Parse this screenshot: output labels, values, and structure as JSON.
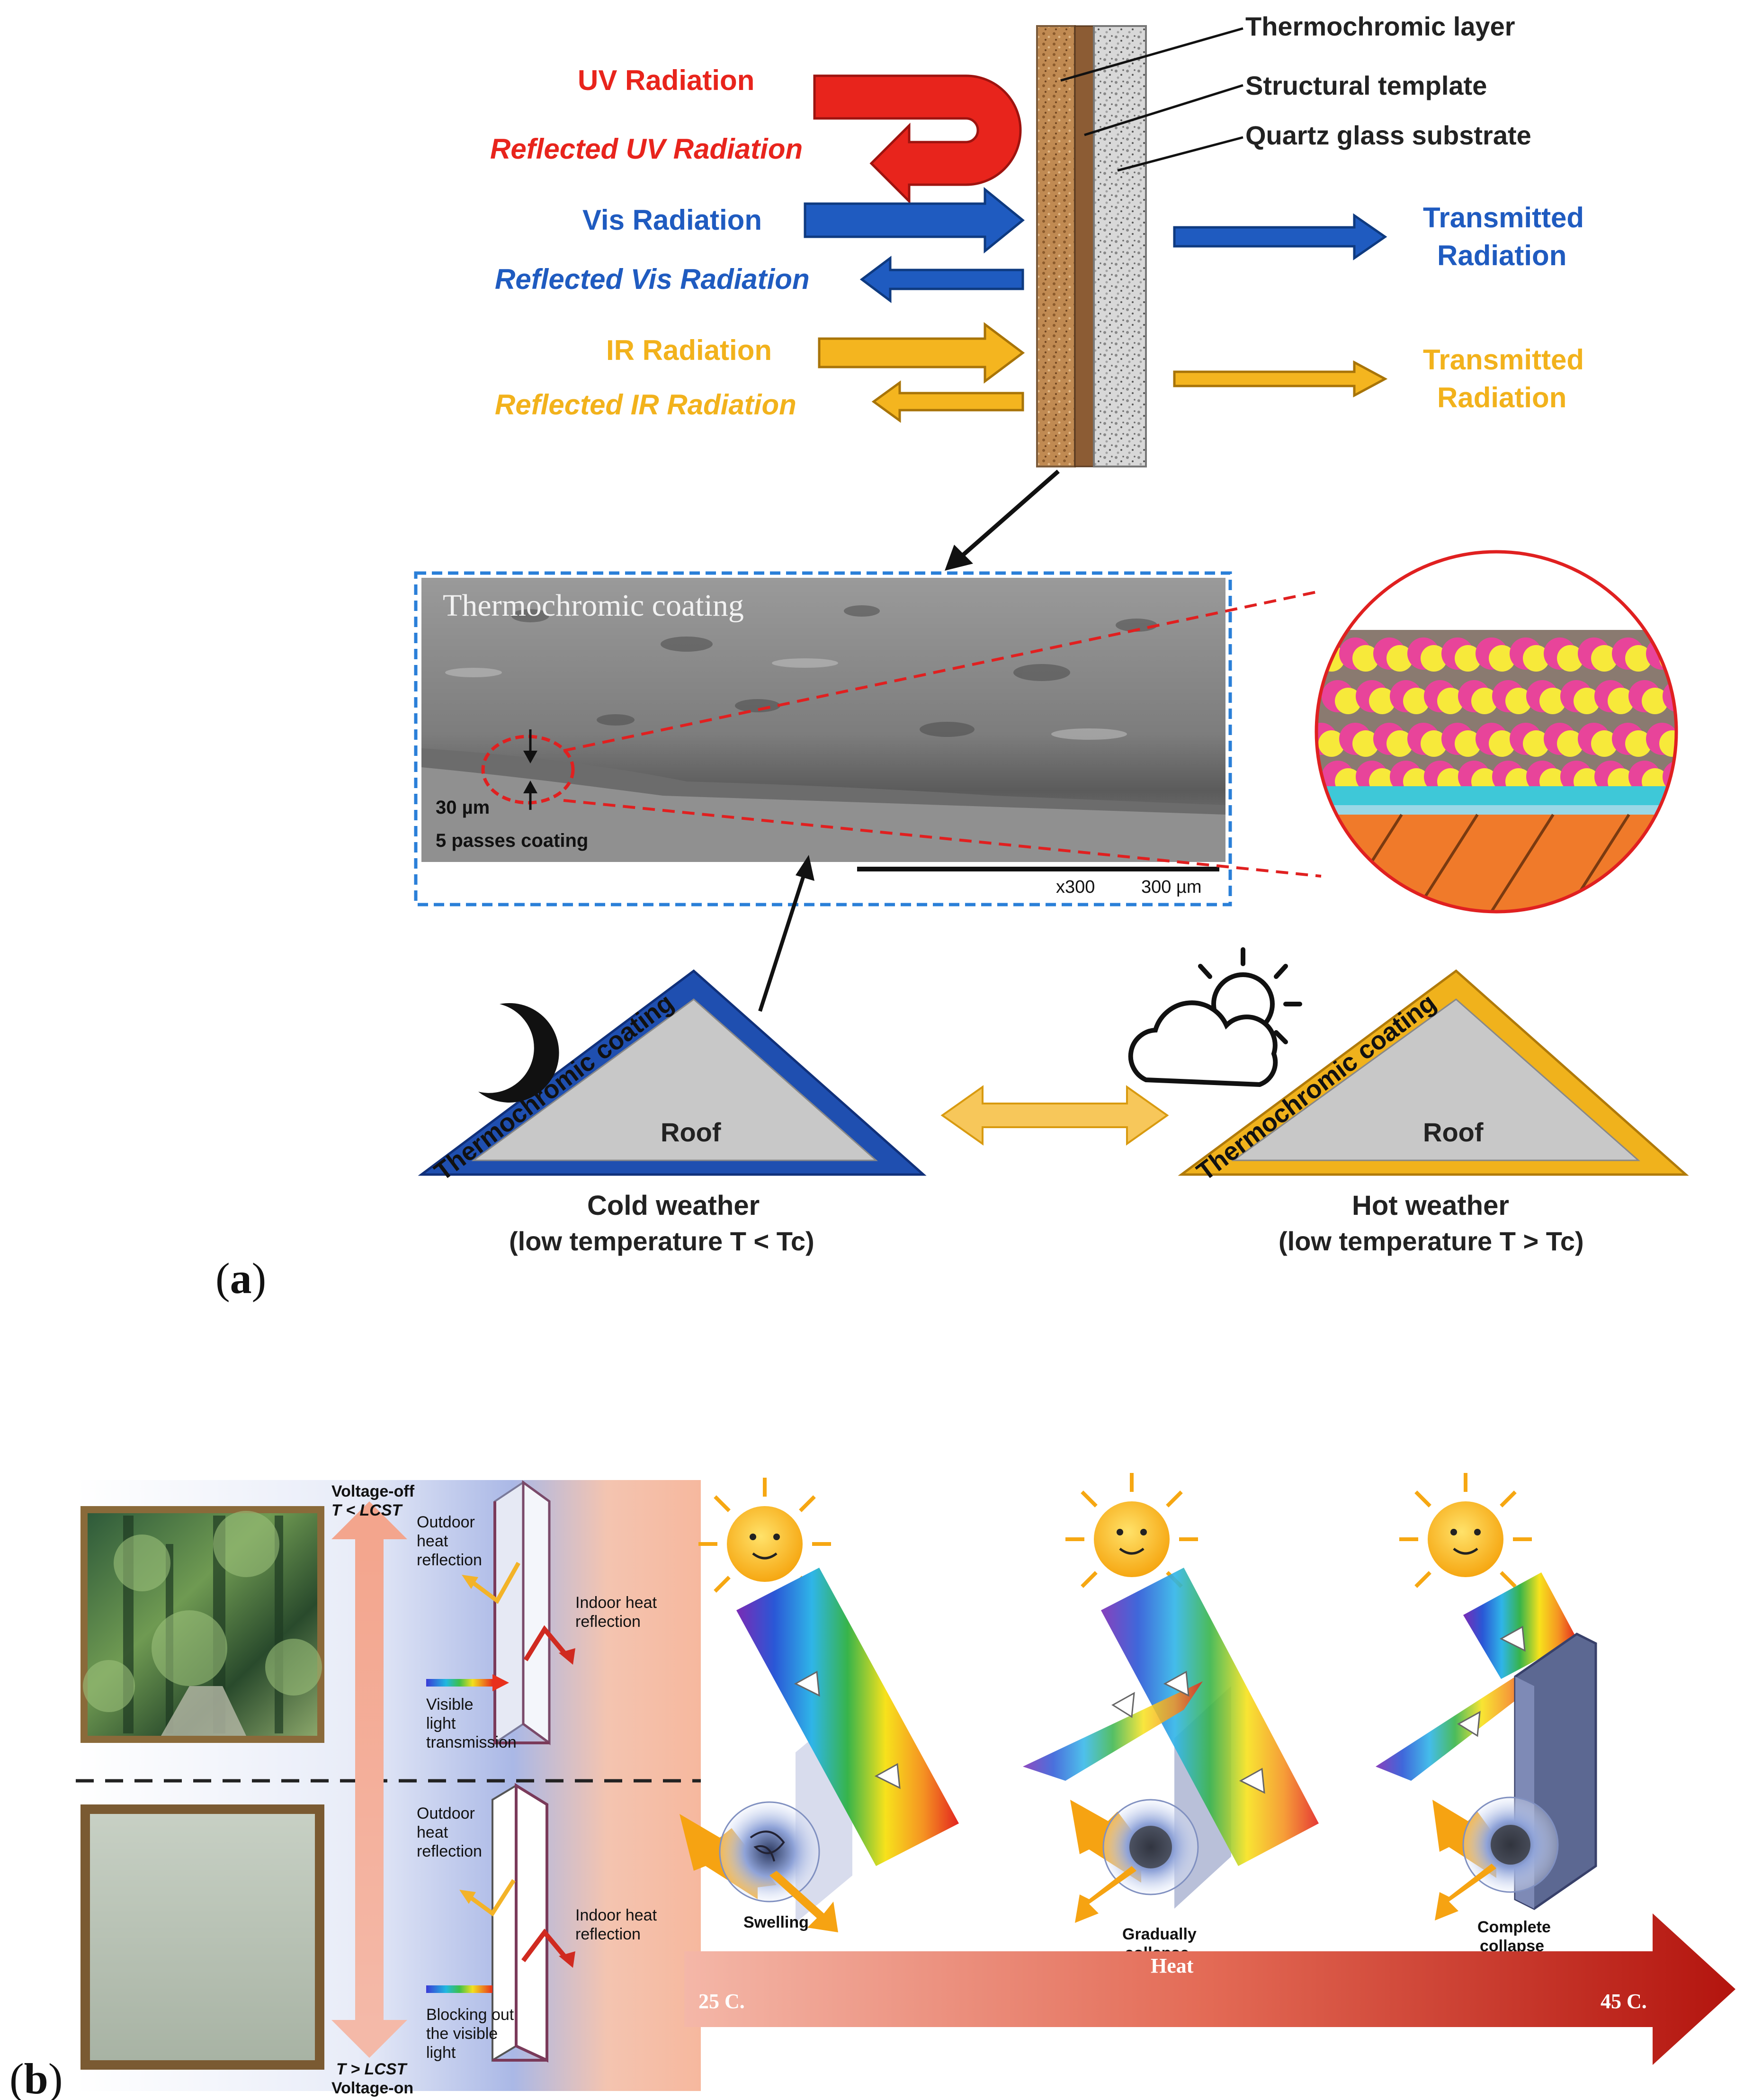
{
  "panel_a": {
    "label_prefix": "(",
    "label_letter": "a",
    "label_suffix": ")",
    "layers": {
      "thermochromic": "Thermochromic layer",
      "structural": "Structural template",
      "quartz": "Quartz glass substrate"
    },
    "radiation": {
      "uv": "UV Radiation",
      "uv_reflected": "Reflected UV Radiation",
      "vis": "Vis Radiation",
      "vis_reflected": "Reflected Vis Radiation",
      "ir": "IR Radiation",
      "ir_reflected": "Reflected IR Radiation",
      "transmitted_vis_1": "Transmitted",
      "transmitted_vis_2": "Radiation",
      "transmitted_ir_1": "Transmitted",
      "transmitted_ir_2": "Radiation"
    },
    "sem": {
      "title": "Thermochromic coating",
      "thickness": "30 µm",
      "passes": "5 passes coating",
      "magnification": "x300",
      "scale": "300 µm"
    },
    "roofs": {
      "coating_left": "Thermochromic coating",
      "coating_right": "Thermochromic coating",
      "roof_left": "Roof",
      "roof_right": "Roof",
      "cold_title": "Cold weather",
      "cold_sub": "(low temperature T < Tc)",
      "hot_title": "Hot weather",
      "hot_sub": "(low temperature T > Tc)"
    },
    "colors": {
      "uv": "#e8241c",
      "vis": "#1c5bb8",
      "ir": "#f2b51f",
      "cold_roof": "#1f4fb0",
      "hot_roof": "#f0b21c"
    }
  },
  "panel_b": {
    "label_prefix": "(",
    "label_letter": "b",
    "label_suffix": ")",
    "left": {
      "voltage_off": "Voltage-off",
      "t_low": "T < LCST",
      "t_high": "T > LCST",
      "voltage_on": "Voltage-on",
      "top_outdoor": [
        "Outdoor",
        "heat",
        "reflection"
      ],
      "top_indoor": [
        "Indoor heat",
        "reflection"
      ],
      "top_visible": [
        "Visible",
        "light",
        "transmission"
      ],
      "bottom_outdoor": [
        "Outdoor",
        "heat",
        "reflection"
      ],
      "bottom_indoor": [
        "Indoor heat",
        "reflection"
      ],
      "bottom_blocking": [
        "Blocking out",
        "the visible",
        "light"
      ]
    },
    "right": {
      "stage1": "Swelling",
      "stage2": [
        "Gradually",
        "collapse"
      ],
      "stage3": [
        "Complete",
        "collapse"
      ],
      "heat": "Heat",
      "t_start": "25 C.",
      "t_end": "45 C."
    }
  }
}
